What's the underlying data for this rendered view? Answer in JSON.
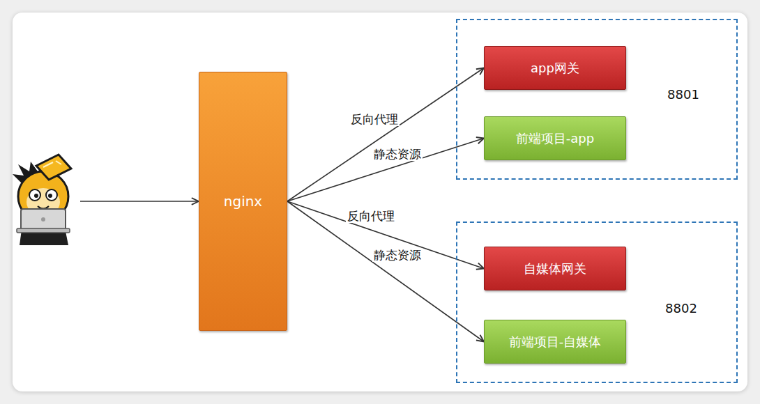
{
  "diagram": {
    "nodes": [
      {
        "text": [
          "nginx"
        ]
      },
      {
        "text": [
          "8801"
        ]
      },
      {
        "text": [
          "app网关"
        ],
        "in": 1
      },
      {
        "text": [
          "前端项目-app"
        ],
        "in": 1
      },
      {
        "text": [
          "8802"
        ]
      },
      {
        "text": [
          "自媒体网关"
        ],
        "in": 4
      },
      {
        "text": [
          "前端项目-自媒体"
        ],
        "in": 4
      }
    ],
    "edges": [
      {
        "from": 0,
        "to": 2,
        "label": "反向代理",
        "arrow": "to"
      },
      {
        "from": 0,
        "to": 3,
        "label": "静态资源",
        "arrow": "to"
      },
      {
        "from": 0,
        "to": 5,
        "label": "反向代理",
        "arrow": "to"
      },
      {
        "from": 0,
        "to": 6,
        "label": "静态资源",
        "arrow": "to"
      }
    ]
  }
}
